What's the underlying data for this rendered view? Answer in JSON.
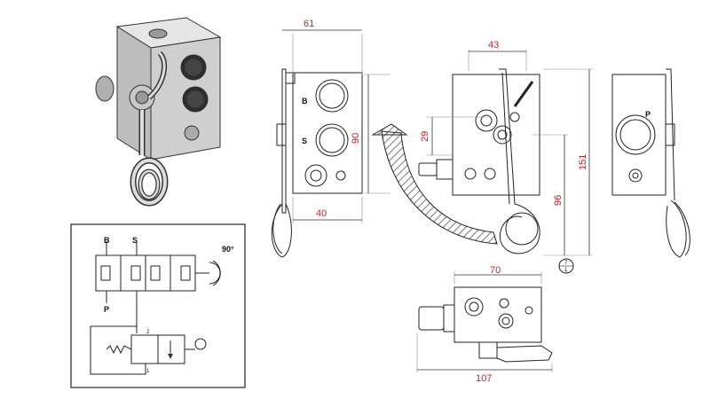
{
  "colors": {
    "dimension_text": "#c8201e",
    "line": "#222222",
    "dim_line": "#333333",
    "hatch": "#555555"
  },
  "drawing": {
    "front_view": {
      "port_b": "B",
      "port_s": "S",
      "dim_width": "61",
      "dim_height": "90",
      "dim_bottom": "40"
    },
    "side_view": {
      "dim_top": "43",
      "dim_29": "29",
      "dim_151": "151",
      "dim_96": "96",
      "detail_top": "7",
      "detail_bottom": "1"
    },
    "right_view": {
      "port_p": "P"
    },
    "bottom_view": {
      "dim_70": "70",
      "dim_107": "107"
    },
    "schematic": {
      "label_b": "B",
      "label_s": "S",
      "label_p": "P",
      "angle": "90°",
      "port_2": "2",
      "port_1": "1"
    }
  }
}
